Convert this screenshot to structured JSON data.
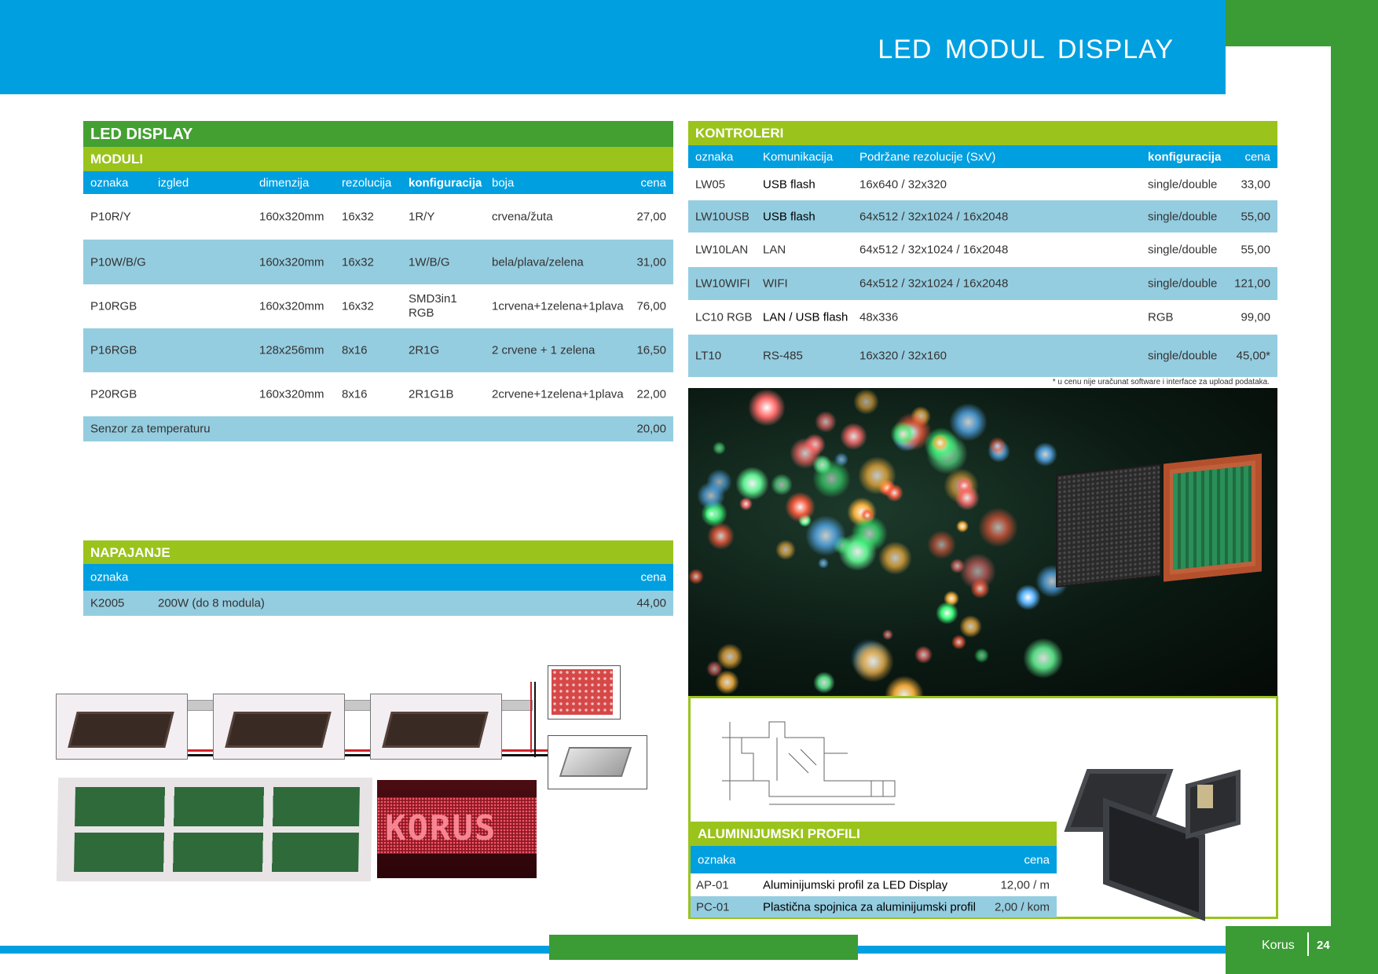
{
  "header": {
    "title": "LED MODUL DISPLAY"
  },
  "led_display": {
    "title": "LED DISPLAY",
    "subtitle": "MODULI",
    "columns": [
      "oznaka",
      "izgled",
      "dimenzija",
      "rezolucija",
      "konfiguracija",
      "boja",
      "cena"
    ],
    "rows": [
      {
        "oznaka": "P10R/Y",
        "dimenzija": "160x320mm",
        "rezolucija": "16x32",
        "konfiguracija": "1R/Y",
        "boja": "crvena/žuta",
        "cena": "27,00"
      },
      {
        "oznaka": "P10W/B/G",
        "dimenzija": "160x320mm",
        "rezolucija": "16x32",
        "konfiguracija": "1W/B/G",
        "boja": "bela/plava/zelena",
        "cena": "31,00"
      },
      {
        "oznaka": "P10RGB",
        "dimenzija": "160x320mm",
        "rezolucija": "16x32",
        "konfiguracija": "SMD3in1 RGB",
        "boja": "1crvena+1zelena+1plava",
        "cena": "76,00"
      },
      {
        "oznaka": "P16RGB",
        "dimenzija": "128x256mm",
        "rezolucija": "8x16",
        "konfiguracija": "2R1G",
        "boja": "2 crvene + 1 zelena",
        "cena": "16,50"
      },
      {
        "oznaka": "P20RGB",
        "dimenzija": "160x320mm",
        "rezolucija": "8x16",
        "konfiguracija": "2R1G1B",
        "boja": "2crvene+1zelena+1plava",
        "cena": "22,00"
      }
    ],
    "sensor": {
      "label": "Senzor za temperaturu",
      "cena": "20,00"
    }
  },
  "napajanje": {
    "title": "NAPAJANJE",
    "columns": [
      "oznaka",
      "cena"
    ],
    "rows": [
      {
        "oznaka": "K2005",
        "opis": "200W (do 8 modula)",
        "cena": "44,00"
      }
    ]
  },
  "kontroleri": {
    "title": "KONTROLERI",
    "columns": [
      "oznaka",
      "Komunikacija",
      "Podržane rezolucije (SxV)",
      "konfiguracija",
      "cena"
    ],
    "rows": [
      {
        "oznaka": "LW05",
        "komunikacija": "USB flash",
        "rezolucije": "16x640 / 32x320",
        "konfiguracija": "single/double",
        "cena": "33,00"
      },
      {
        "oznaka": "LW10USB",
        "komunikacija": "USB flash",
        "rezolucije": "64x512 / 32x1024 / 16x2048",
        "konfiguracija": "single/double",
        "cena": "55,00"
      },
      {
        "oznaka": "LW10LAN",
        "komunikacija": "LAN",
        "rezolucije": "64x512 / 32x1024 / 16x2048",
        "konfiguracija": "single/double",
        "cena": "55,00"
      },
      {
        "oznaka": "LW10WIFI",
        "komunikacija": "WIFI",
        "rezolucije": "64x512 / 32x1024 / 16x2048",
        "konfiguracija": "single/double",
        "cena": "121,00"
      },
      {
        "oznaka": "LC10 RGB",
        "komunikacija": "LAN / USB flash",
        "rezolucije": "48x336",
        "konfiguracija": "RGB",
        "cena": "99,00"
      },
      {
        "oznaka": "LT10",
        "komunikacija": "RS-485",
        "rezolucije": "16x320 / 32x160",
        "konfiguracija": "single/double",
        "cena": "45,00*"
      }
    ],
    "footnote": "* u cenu nije uračunat software i interface za upload podataka."
  },
  "profili": {
    "title": "ALUMINIJUMSKI PROFILI",
    "columns": [
      "oznaka",
      "cena"
    ],
    "rows": [
      {
        "oznaka": "AP-01",
        "opis": "Aluminijumski profil za LED Display",
        "cena": "12,00 / m"
      },
      {
        "oznaka": "PC-01",
        "opis": "Plastična spojnica za aluminijumski profil",
        "cena": "2,00 / kom"
      }
    ]
  },
  "sign_text": "KORUS",
  "footer": {
    "brand": "Korus",
    "page": "24"
  }
}
